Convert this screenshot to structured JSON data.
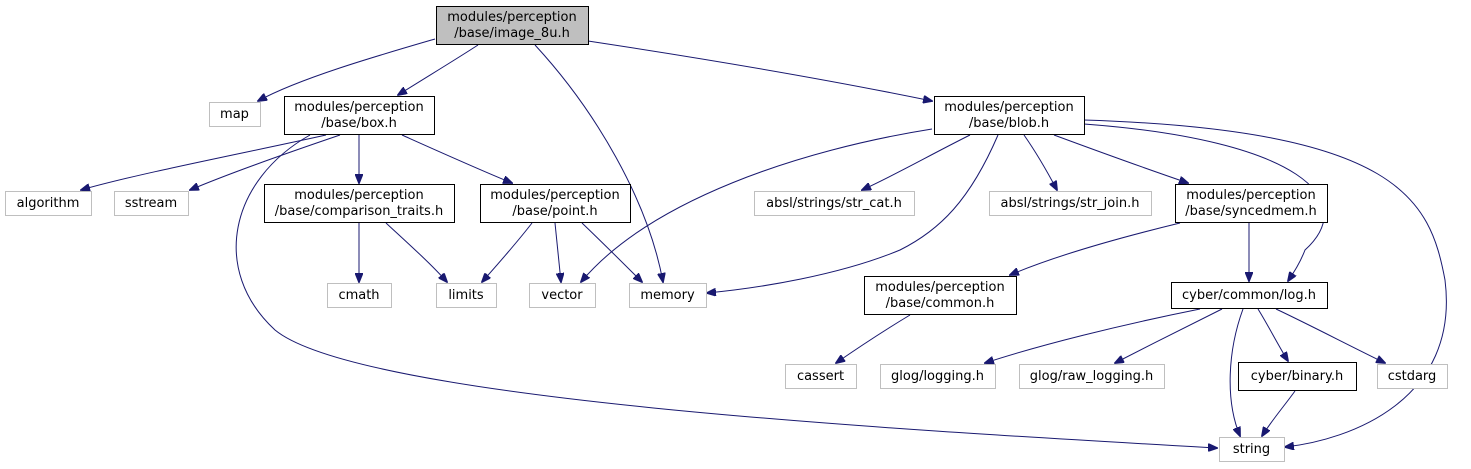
{
  "nodes": [
    {
      "id": "image_8u",
      "lines": [
        "modules/perception",
        "/base/image_8u.h"
      ],
      "kind": "root"
    },
    {
      "id": "map",
      "lines": [
        "map"
      ],
      "kind": "ext"
    },
    {
      "id": "box",
      "lines": [
        "modules/perception",
        "/base/box.h"
      ],
      "kind": "doc"
    },
    {
      "id": "blob",
      "lines": [
        "modules/perception",
        "/base/blob.h"
      ],
      "kind": "doc"
    },
    {
      "id": "algorithm",
      "lines": [
        "algorithm"
      ],
      "kind": "ext"
    },
    {
      "id": "sstream",
      "lines": [
        "sstream"
      ],
      "kind": "ext"
    },
    {
      "id": "comparison",
      "lines": [
        "modules/perception",
        "/base/comparison_traits.h"
      ],
      "kind": "doc"
    },
    {
      "id": "point",
      "lines": [
        "modules/perception",
        "/base/point.h"
      ],
      "kind": "doc"
    },
    {
      "id": "str_cat",
      "lines": [
        "absl/strings/str_cat.h"
      ],
      "kind": "ext"
    },
    {
      "id": "str_join",
      "lines": [
        "absl/strings/str_join.h"
      ],
      "kind": "ext"
    },
    {
      "id": "syncedmem",
      "lines": [
        "modules/perception",
        "/base/syncedmem.h"
      ],
      "kind": "doc"
    },
    {
      "id": "cmath",
      "lines": [
        "cmath"
      ],
      "kind": "ext"
    },
    {
      "id": "limits",
      "lines": [
        "limits"
      ],
      "kind": "ext"
    },
    {
      "id": "vector",
      "lines": [
        "vector"
      ],
      "kind": "ext"
    },
    {
      "id": "memory",
      "lines": [
        "memory"
      ],
      "kind": "ext"
    },
    {
      "id": "common",
      "lines": [
        "modules/perception",
        "/base/common.h"
      ],
      "kind": "doc"
    },
    {
      "id": "log",
      "lines": [
        "cyber/common/log.h"
      ],
      "kind": "doc"
    },
    {
      "id": "cassert",
      "lines": [
        "cassert"
      ],
      "kind": "ext"
    },
    {
      "id": "glog_logging",
      "lines": [
        "glog/logging.h"
      ],
      "kind": "ext"
    },
    {
      "id": "glog_raw",
      "lines": [
        "glog/raw_logging.h"
      ],
      "kind": "ext"
    },
    {
      "id": "binary",
      "lines": [
        "cyber/binary.h"
      ],
      "kind": "doc"
    },
    {
      "id": "cstdarg",
      "lines": [
        "cstdarg"
      ],
      "kind": "ext"
    },
    {
      "id": "string",
      "lines": [
        "string"
      ],
      "kind": "ext"
    }
  ],
  "edges": [
    {
      "from": "image_8u",
      "to": "map"
    },
    {
      "from": "image_8u",
      "to": "box"
    },
    {
      "from": "image_8u",
      "to": "memory"
    },
    {
      "from": "image_8u",
      "to": "blob"
    },
    {
      "from": "box",
      "to": "algorithm"
    },
    {
      "from": "box",
      "to": "sstream"
    },
    {
      "from": "box",
      "to": "comparison"
    },
    {
      "from": "box",
      "to": "point"
    },
    {
      "from": "box",
      "to": "string"
    },
    {
      "from": "comparison",
      "to": "cmath"
    },
    {
      "from": "comparison",
      "to": "limits"
    },
    {
      "from": "point",
      "to": "limits"
    },
    {
      "from": "point",
      "to": "vector"
    },
    {
      "from": "point",
      "to": "memory"
    },
    {
      "from": "blob",
      "to": "vector"
    },
    {
      "from": "blob",
      "to": "memory"
    },
    {
      "from": "blob",
      "to": "str_cat"
    },
    {
      "from": "blob",
      "to": "str_join"
    },
    {
      "from": "blob",
      "to": "syncedmem"
    },
    {
      "from": "blob",
      "to": "log"
    },
    {
      "from": "blob",
      "to": "string"
    },
    {
      "from": "syncedmem",
      "to": "common"
    },
    {
      "from": "syncedmem",
      "to": "log"
    },
    {
      "from": "common",
      "to": "cassert"
    },
    {
      "from": "log",
      "to": "glog_logging"
    },
    {
      "from": "log",
      "to": "glog_raw"
    },
    {
      "from": "log",
      "to": "binary"
    },
    {
      "from": "log",
      "to": "cstdarg"
    },
    {
      "from": "log",
      "to": "string"
    },
    {
      "from": "binary",
      "to": "string"
    }
  ]
}
